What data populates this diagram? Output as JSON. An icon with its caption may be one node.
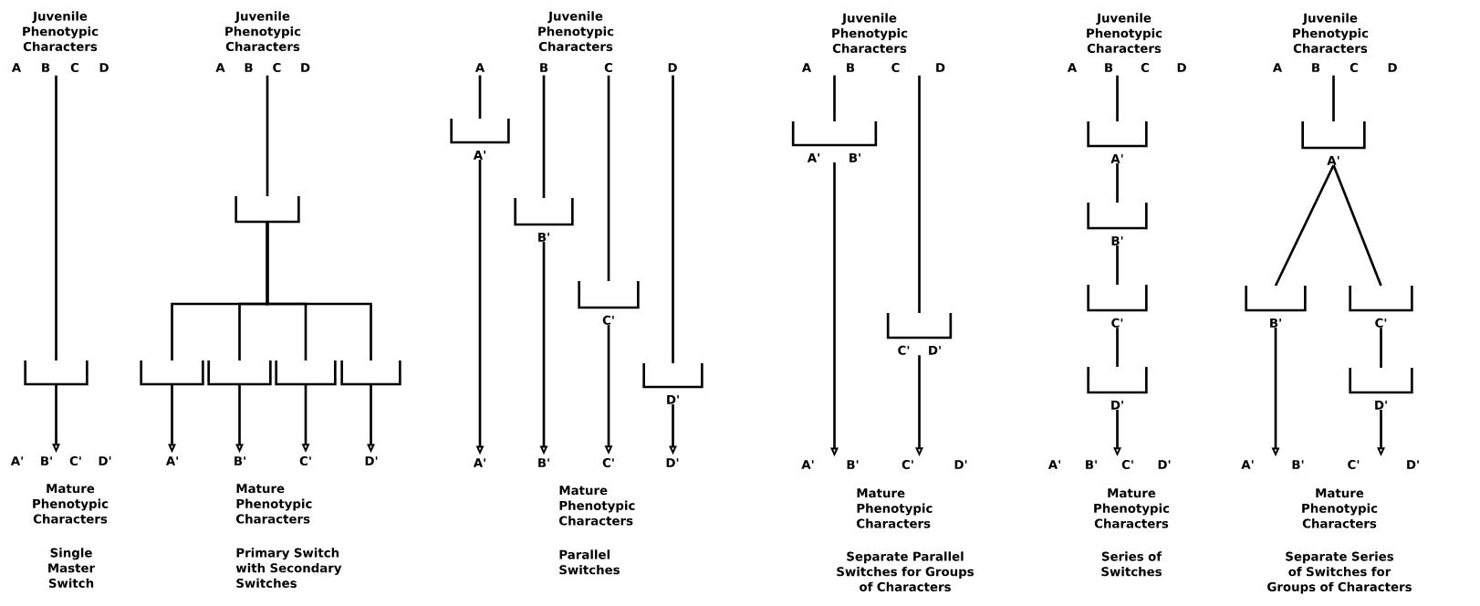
{
  "diagram": {
    "nodes": [
      {
        "text": [
          "A",
          "B",
          "C",
          "D"
        ]
      },
      {
        "text": [],
        "shape": "bracket"
      },
      {
        "text": [
          "A'",
          "B'",
          "C'",
          "D'"
        ]
      },
      {
        "text": [
          "A",
          "B",
          "C",
          "D"
        ]
      },
      {
        "text": [],
        "shape": "bracket"
      },
      {
        "text": [],
        "shape": "bracket"
      },
      {
        "text": [],
        "shape": "bracket"
      },
      {
        "text": [],
        "shape": "bracket"
      },
      {
        "text": [],
        "shape": "bracket"
      },
      {
        "text": [
          "A'"
        ]
      },
      {
        "text": [
          "B'"
        ]
      },
      {
        "text": [
          "C'"
        ]
      },
      {
        "text": [
          "D'"
        ]
      },
      {
        "text": [
          "A"
        ]
      },
      {
        "text": [
          "B"
        ]
      },
      {
        "text": [
          "C"
        ]
      },
      {
        "text": [
          "D"
        ]
      },
      {
        "text": [
          "A'"
        ]
      },
      {
        "text": [
          "B'"
        ]
      },
      {
        "text": [
          "C'"
        ]
      },
      {
        "text": [
          "D'"
        ]
      },
      {
        "text": [
          "A'"
        ]
      },
      {
        "text": [
          "B'"
        ]
      },
      {
        "text": [
          "C'"
        ]
      },
      {
        "text": [
          "D'"
        ]
      },
      {
        "text": [
          "A",
          "B"
        ]
      },
      {
        "text": [
          "C",
          "D"
        ]
      },
      {
        "text": [
          "A'",
          "B'"
        ]
      },
      {
        "text": [
          "C'",
          "D'"
        ]
      },
      {
        "text": [
          "A'",
          "B'"
        ]
      },
      {
        "text": [
          "C'",
          "D'"
        ]
      },
      {
        "text": [
          "A",
          "B",
          "C",
          "D"
        ]
      },
      {
        "text": [
          "A'"
        ]
      },
      {
        "text": [
          "B'"
        ]
      },
      {
        "text": [
          "C'"
        ]
      },
      {
        "text": [
          "D'"
        ]
      },
      {
        "text": [
          "A'",
          "B'",
          "C'",
          "D'"
        ]
      },
      {
        "text": [
          "A",
          "B",
          "C",
          "D"
        ]
      },
      {
        "text": [
          "A'"
        ]
      },
      {
        "text": [
          "B'"
        ]
      },
      {
        "text": [
          "C'"
        ]
      },
      {
        "text": [
          "D'"
        ]
      },
      {
        "text": [
          "A'",
          "B'"
        ]
      },
      {
        "text": [
          "C'",
          "D'"
        ]
      }
    ],
    "edges": [
      {
        "from": 0,
        "to": 1,
        "arrow": "none"
      },
      {
        "from": 1,
        "to": 2,
        "arrow": "to"
      },
      {
        "from": 3,
        "to": 4,
        "arrow": "none"
      },
      {
        "from": 4,
        "to": 5,
        "arrow": "none"
      },
      {
        "from": 4,
        "to": 6,
        "arrow": "none"
      },
      {
        "from": 4,
        "to": 7,
        "arrow": "none"
      },
      {
        "from": 4,
        "to": 8,
        "arrow": "none"
      },
      {
        "from": 5,
        "to": 9,
        "arrow": "to"
      },
      {
        "from": 6,
        "to": 10,
        "arrow": "to"
      },
      {
        "from": 7,
        "to": 11,
        "arrow": "to"
      },
      {
        "from": 8,
        "to": 12,
        "arrow": "to"
      },
      {
        "from": 13,
        "to": 17,
        "arrow": "none"
      },
      {
        "from": 14,
        "to": 18,
        "arrow": "none"
      },
      {
        "from": 15,
        "to": 19,
        "arrow": "none"
      },
      {
        "from": 16,
        "to": 20,
        "arrow": "none"
      },
      {
        "from": 17,
        "to": 21,
        "arrow": "to"
      },
      {
        "from": 18,
        "to": 22,
        "arrow": "to"
      },
      {
        "from": 19,
        "to": 23,
        "arrow": "to"
      },
      {
        "from": 20,
        "to": 24,
        "arrow": "to"
      },
      {
        "from": 25,
        "to": 27,
        "arrow": "none"
      },
      {
        "from": 26,
        "to": 28,
        "arrow": "none"
      },
      {
        "from": 27,
        "to": 29,
        "arrow": "to"
      },
      {
        "from": 28,
        "to": 30,
        "arrow": "to"
      },
      {
        "from": 31,
        "to": 32,
        "arrow": "none"
      },
      {
        "from": 32,
        "to": 33,
        "arrow": "none"
      },
      {
        "from": 33,
        "to": 34,
        "arrow": "none"
      },
      {
        "from": 34,
        "to": 35,
        "arrow": "none"
      },
      {
        "from": 35,
        "to": 36,
        "arrow": "to"
      },
      {
        "from": 37,
        "to": 38,
        "arrow": "none"
      },
      {
        "from": 38,
        "to": 39,
        "arrow": "none"
      },
      {
        "from": 38,
        "to": 40,
        "arrow": "none"
      },
      {
        "from": 40,
        "to": 41,
        "arrow": "none"
      },
      {
        "from": 39,
        "to": 42,
        "arrow": "to"
      },
      {
        "from": 41,
        "to": 43,
        "arrow": "to"
      }
    ],
    "labels": [
      "Juvenile Phenotypic Characters",
      "Juvenile Phenotypic Characters",
      "Juvenile Phenotypic Characters",
      "Juvenile Phenotypic Characters",
      "Juvenile Phenotypic Characters",
      "Juvenile Phenotypic Characters",
      "Mature Phenotypic Characters",
      "Single Master Switch",
      "Mature Phenotypic Characters",
      "Primary Switch with Secondary Switches",
      "Mature Phenotypic Characters",
      "Parallel Switches",
      "Mature Phenotypic Characters",
      "Separate Parallel Switches for Groups of Characters",
      "Mature Phenotypic Characters",
      "Series of Switches",
      "Mature Phenotypic Characters",
      "Separate Series of Switches for Groups of Characters"
    ]
  }
}
